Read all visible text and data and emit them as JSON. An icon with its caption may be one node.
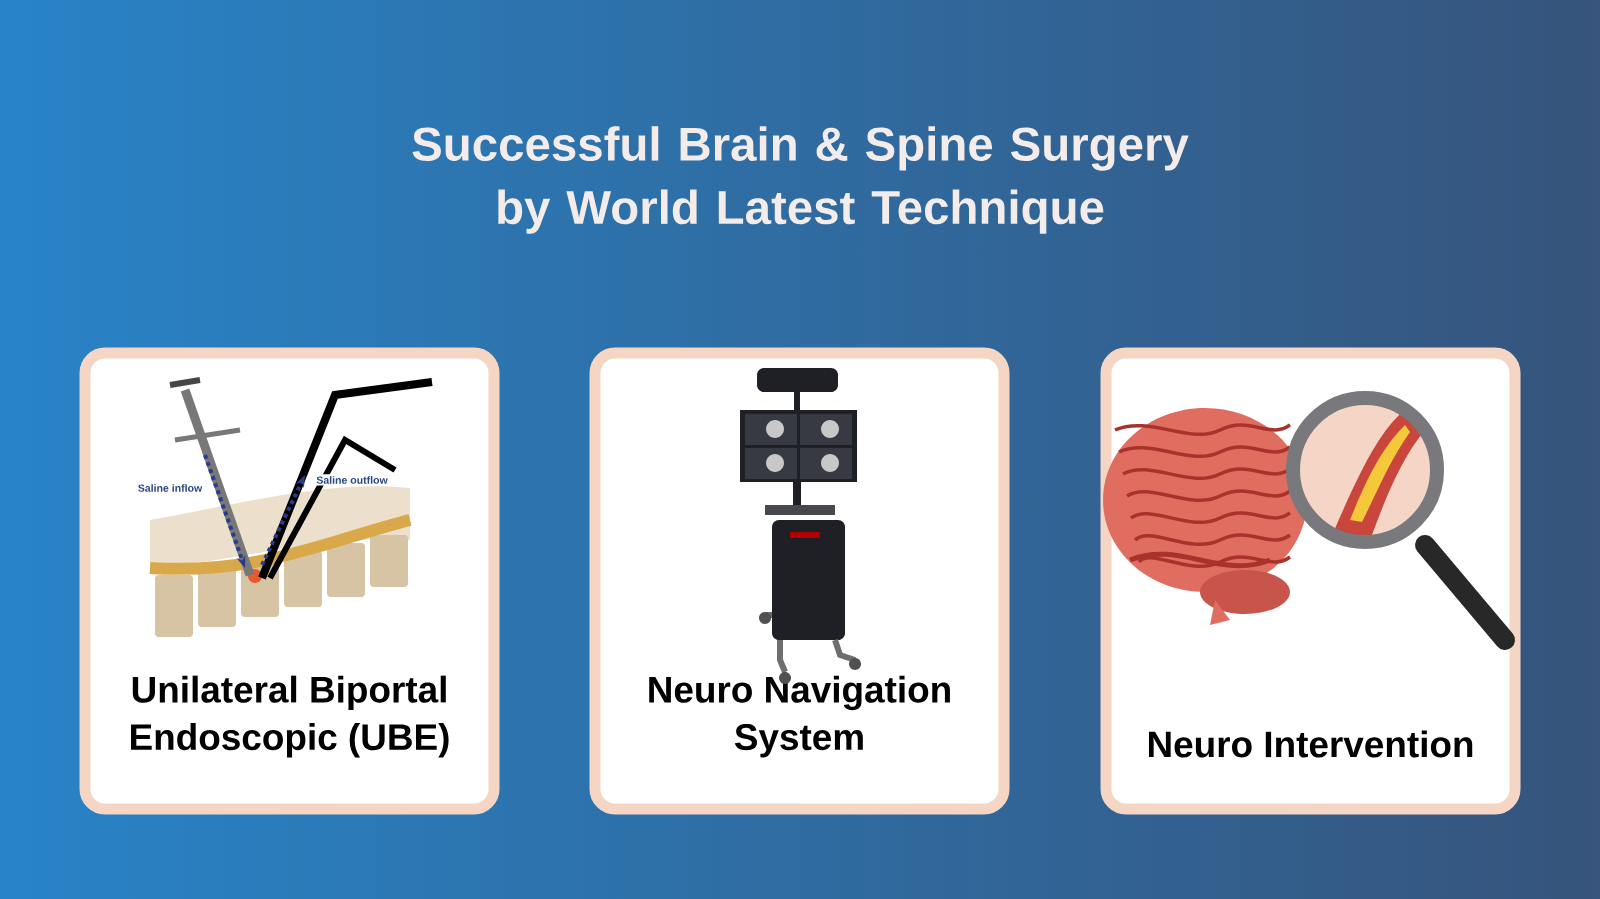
{
  "diagram": {
    "title": "Successful Brain & Spine Surgery by World Latest Technique",
    "nodes": [
      {
        "text": [
          "Unilateral Biportal Endoscopic (UBE)"
        ]
      },
      {
        "text": [
          "Neuro Navigation System"
        ]
      },
      {
        "text": [
          "Neuro Intervention"
        ]
      }
    ],
    "labels": [
      "Saline inflow",
      "Saline outflow"
    ]
  }
}
